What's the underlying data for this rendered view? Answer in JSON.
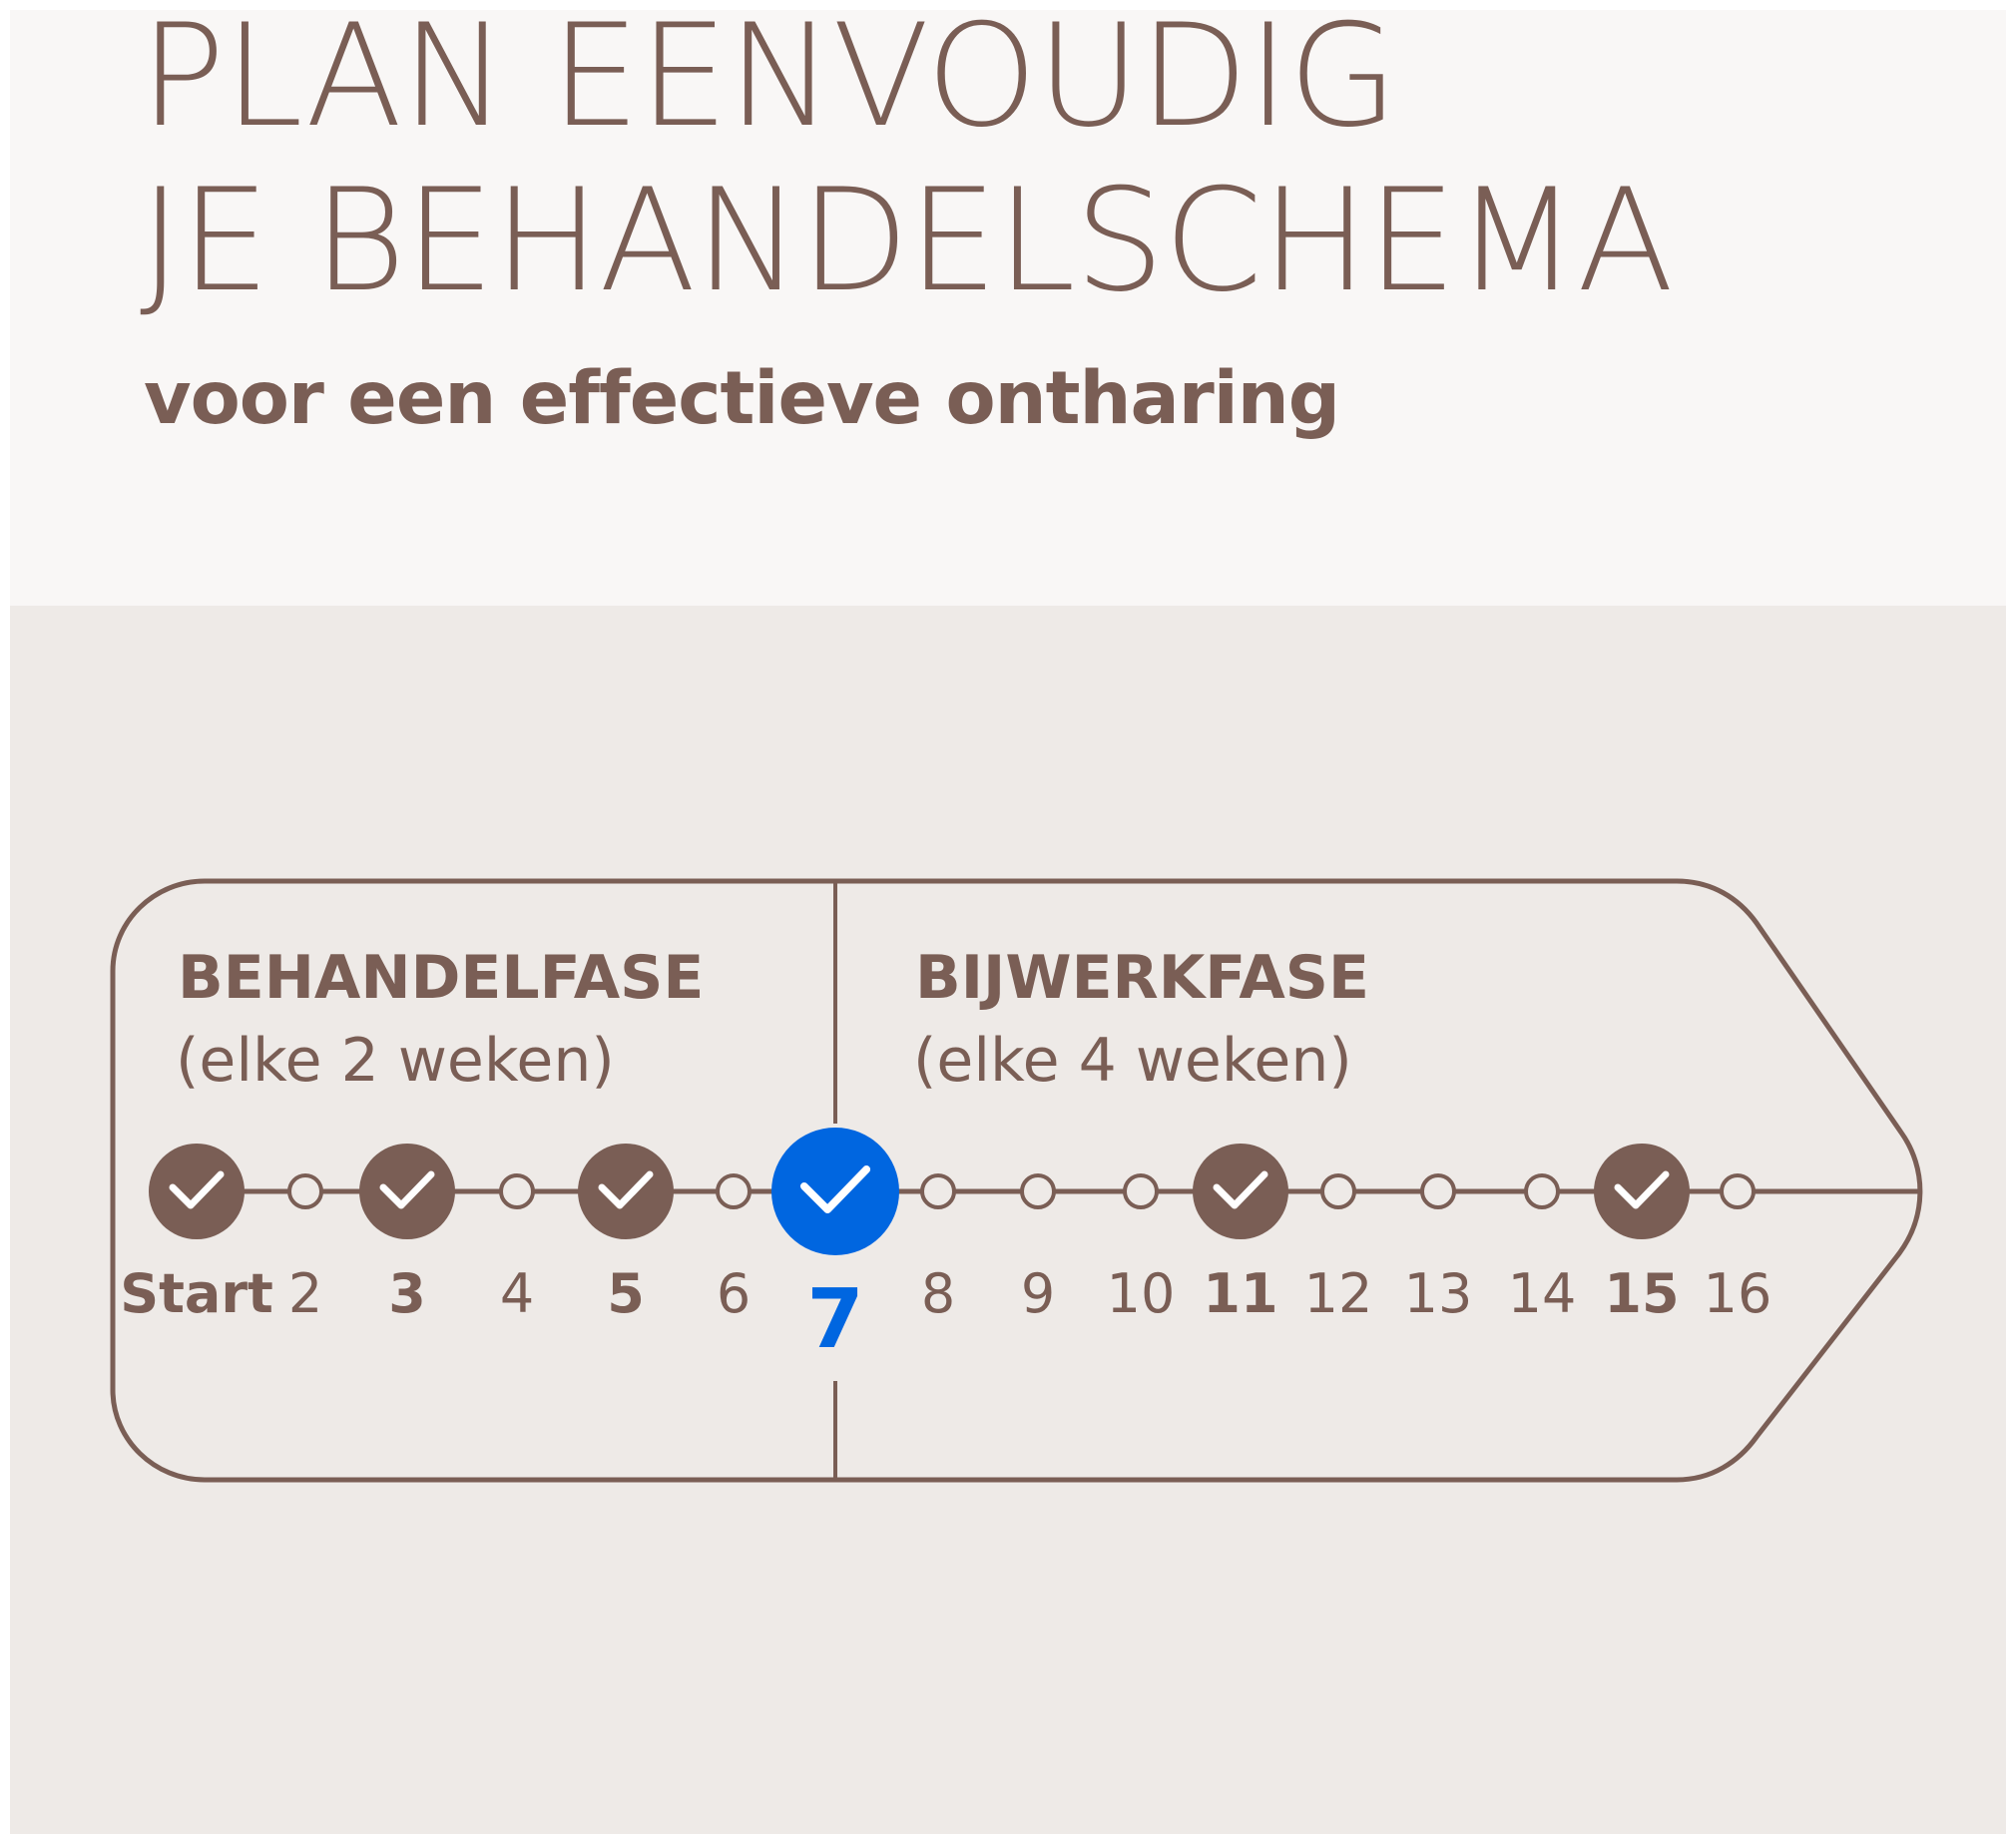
{
  "header": {
    "title_line1": "PLAN EENVOUDIG",
    "title_line2": "JE BEHANDELSCHEMA",
    "subtitle": "voor een effectieve ontharing"
  },
  "phases": [
    {
      "name": "BEHANDELFASE",
      "interval": "(elke 2 weken)"
    },
    {
      "name": "BIJWERKFASE",
      "interval": "(elke 4 weken)"
    }
  ],
  "timeline": {
    "steps": [
      {
        "label": "Start",
        "done": true,
        "current": false
      },
      {
        "label": "2",
        "done": false,
        "current": false
      },
      {
        "label": "3",
        "done": true,
        "current": false
      },
      {
        "label": "4",
        "done": false,
        "current": false
      },
      {
        "label": "5",
        "done": true,
        "current": false
      },
      {
        "label": "6",
        "done": false,
        "current": false
      },
      {
        "label": "7",
        "done": true,
        "current": true
      },
      {
        "label": "8",
        "done": false,
        "current": false
      },
      {
        "label": "9",
        "done": false,
        "current": false
      },
      {
        "label": "10",
        "done": false,
        "current": false
      },
      {
        "label": "11",
        "done": true,
        "current": false
      },
      {
        "label": "12",
        "done": false,
        "current": false
      },
      {
        "label": "13",
        "done": false,
        "current": false
      },
      {
        "label": "14",
        "done": false,
        "current": false
      },
      {
        "label": "15",
        "done": true,
        "current": false
      },
      {
        "label": "16",
        "done": false,
        "current": false
      }
    ]
  },
  "colors": {
    "brown": "#7a5e55",
    "accent_blue": "#0066e0",
    "panel_light": "#f9f7f6",
    "panel_dark": "#eeeae7"
  }
}
